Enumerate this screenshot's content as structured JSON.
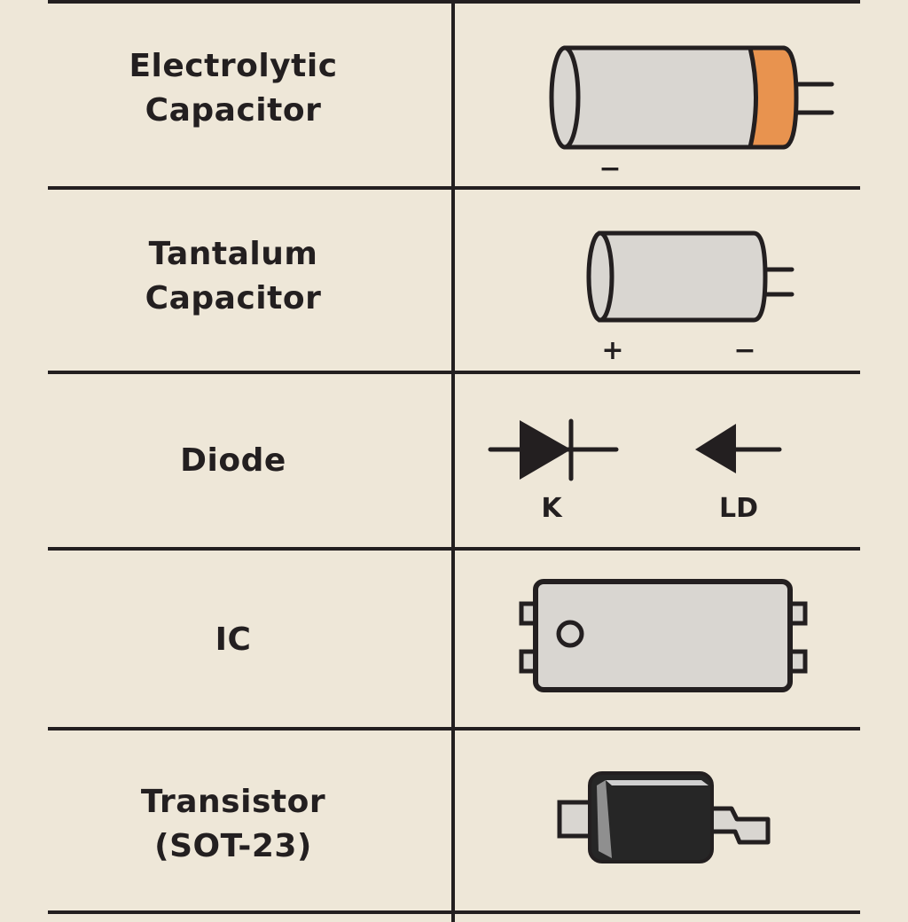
{
  "table": {
    "rows": [
      {
        "name": "Electrolytic Capacitor",
        "line1": "Electrolytic",
        "line2": "Capacitor",
        "symbol": "electrolytic-capacitor-icon",
        "polarity_marks": [
          "−"
        ]
      },
      {
        "name": "Tantalum Capacitor",
        "line1": "Tantalum",
        "line2": "Capacitor",
        "symbol": "tantalum-capacitor-icon",
        "polarity_marks": [
          "+",
          "−"
        ]
      },
      {
        "name": "Diode",
        "line1": "Diode",
        "symbol": "diode-icon",
        "labels": [
          "K",
          "LD"
        ]
      },
      {
        "name": "IC",
        "line1": "IC",
        "symbol": "ic-chip-icon"
      },
      {
        "name": "Transistor (SOT-23)",
        "line1": "Transistor",
        "line2": "(SOT-23)",
        "symbol": "sot23-transistor-icon"
      }
    ]
  },
  "colors": {
    "background": "#eee7d8",
    "ink": "#231f20",
    "body_fill": "#d9d6d1",
    "band_orange": "#e8934f",
    "transistor_body": "#262626"
  }
}
